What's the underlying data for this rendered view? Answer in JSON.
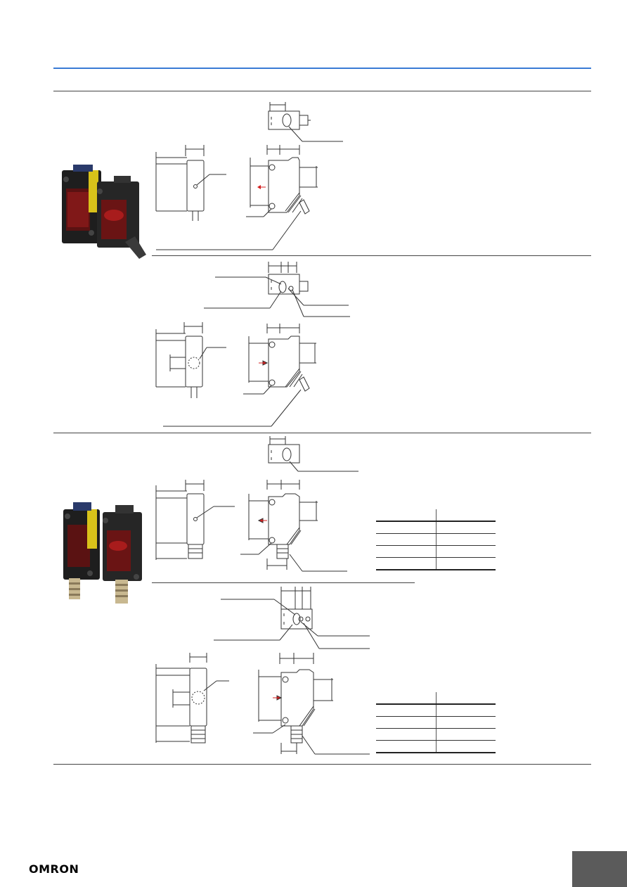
{
  "brand": {
    "logo_text": "OMRON"
  },
  "sections": [
    {
      "id": "section-1",
      "product_type": "cable",
      "views": [
        "top-view",
        "front-view",
        "side-view"
      ]
    },
    {
      "id": "section-2",
      "product_type": "cable",
      "views": [
        "top-view",
        "front-view",
        "side-view"
      ]
    },
    {
      "id": "section-3",
      "product_type": "connector",
      "views": [
        "top-view",
        "front-view",
        "side-view"
      ],
      "table_rows": 4
    },
    {
      "id": "section-4",
      "product_type": "connector",
      "views": [
        "top-view",
        "front-view",
        "side-view"
      ],
      "table_rows": 4
    }
  ],
  "colors": {
    "header_rule": "#3a7bd5",
    "indicator_arrow": "#d42020",
    "corner_tab": "#5b5b5b"
  }
}
